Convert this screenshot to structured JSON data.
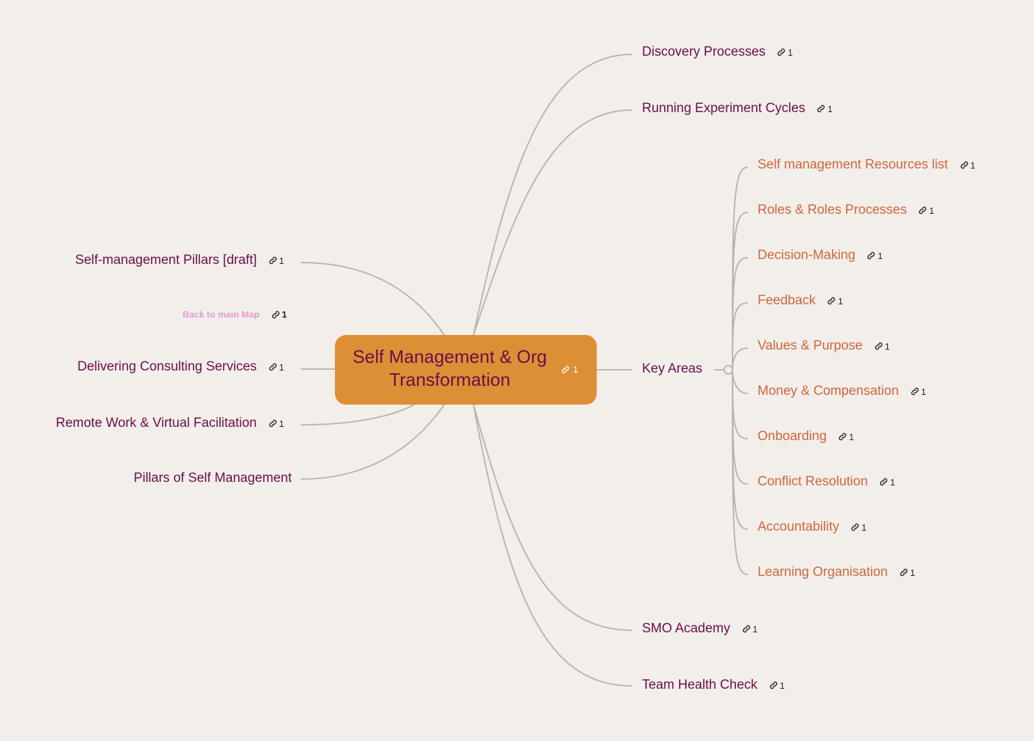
{
  "root": {
    "title_line1": "Self Management & Org",
    "title_line2": "Transformation",
    "link_count": "1"
  },
  "left_branches": [
    {
      "label": "Self-management Pillars [draft]",
      "link_count": "1"
    },
    {
      "label": "Back to main Map",
      "link_count": "1"
    },
    {
      "label": "Delivering Consulting Services",
      "link_count": "1"
    },
    {
      "label": "Remote Work & Virtual Facilitation",
      "link_count": "1"
    },
    {
      "label": "Pillars of Self Management"
    }
  ],
  "right_branches": [
    {
      "label": "Discovery Processes",
      "link_count": "1"
    },
    {
      "label": "Running Experiment Cycles",
      "link_count": "1"
    },
    {
      "label": "Key Areas"
    },
    {
      "label": "SMO Academy",
      "link_count": "1"
    },
    {
      "label": "Team Health Check",
      "link_count": "1"
    }
  ],
  "key_areas": [
    {
      "label": "Self management Resources list",
      "link_count": "1"
    },
    {
      "label": "Roles & Roles Processes",
      "link_count": "1"
    },
    {
      "label": "Decision-Making",
      "link_count": "1"
    },
    {
      "label": "Feedback",
      "link_count": "1"
    },
    {
      "label": "Values & Purpose",
      "link_count": "1"
    },
    {
      "label": "Money & Compensation",
      "link_count": "1"
    },
    {
      "label": "Onboarding",
      "link_count": "1"
    },
    {
      "label": "Conflict Resolution",
      "link_count": "1"
    },
    {
      "label": "Accountability",
      "link_count": "1"
    },
    {
      "label": "Learning Organisation",
      "link_count": "1"
    }
  ],
  "colors": {
    "background": "#f2efea",
    "root_fill": "#dd8f35",
    "level1_text": "#6b0d4b",
    "level2_text": "#d0653c",
    "edge": "#b8b5b1",
    "faded_text": "#e49ad8"
  }
}
